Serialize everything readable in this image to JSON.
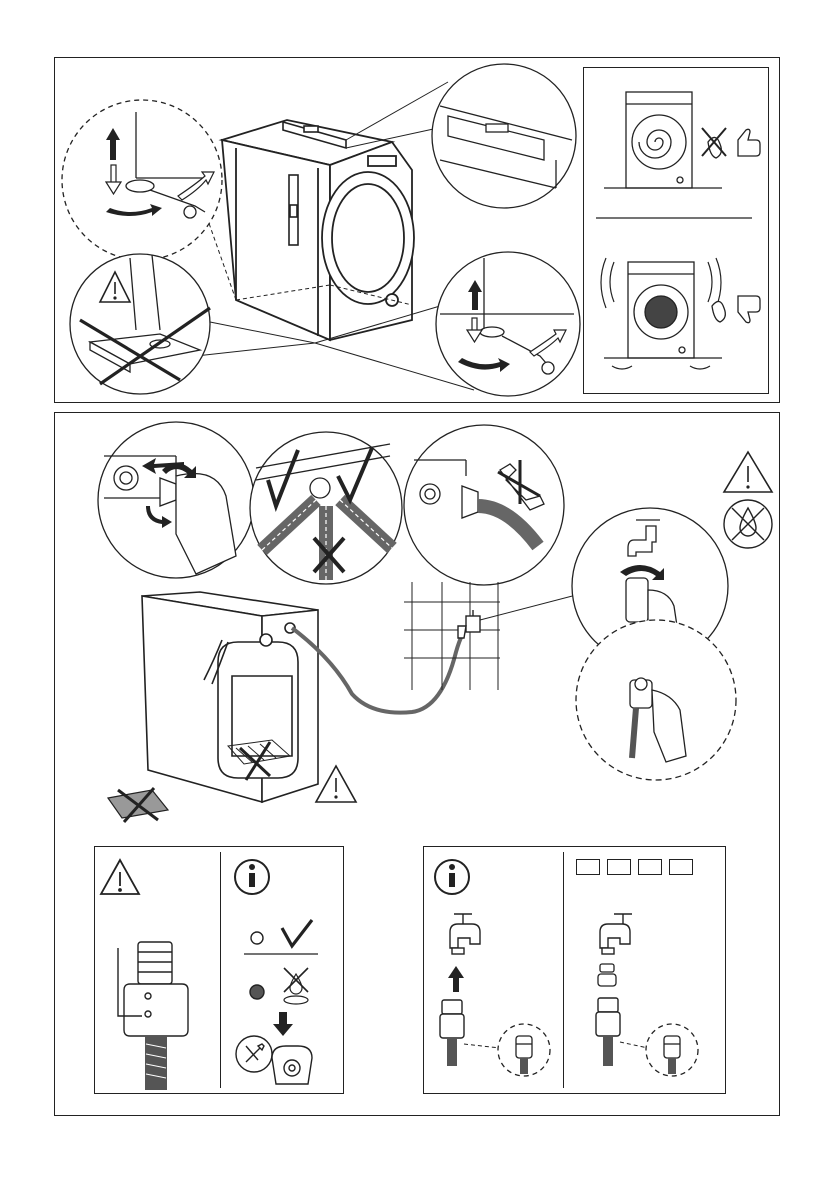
{
  "page": {
    "sections": [
      "levelling-section",
      "inlet-hose-section",
      "hose-indicator-panel",
      "tap-adapter-panel"
    ]
  },
  "colors": {
    "line": "#222222",
    "hose": "#555555",
    "indicator_red": "#555555",
    "white": "#ffffff"
  },
  "icons": {
    "warning": "warning-triangle-icon",
    "info": "info-icon",
    "check": "check-icon",
    "cross": "cross-icon",
    "thumb_up": "thumb-up-icon",
    "thumb_down": "thumb-down-icon",
    "no_water": "no-water-drop-icon",
    "service": "service-tools-icon"
  },
  "adapter_size_boxes": [
    "",
    "",
    "",
    ""
  ]
}
